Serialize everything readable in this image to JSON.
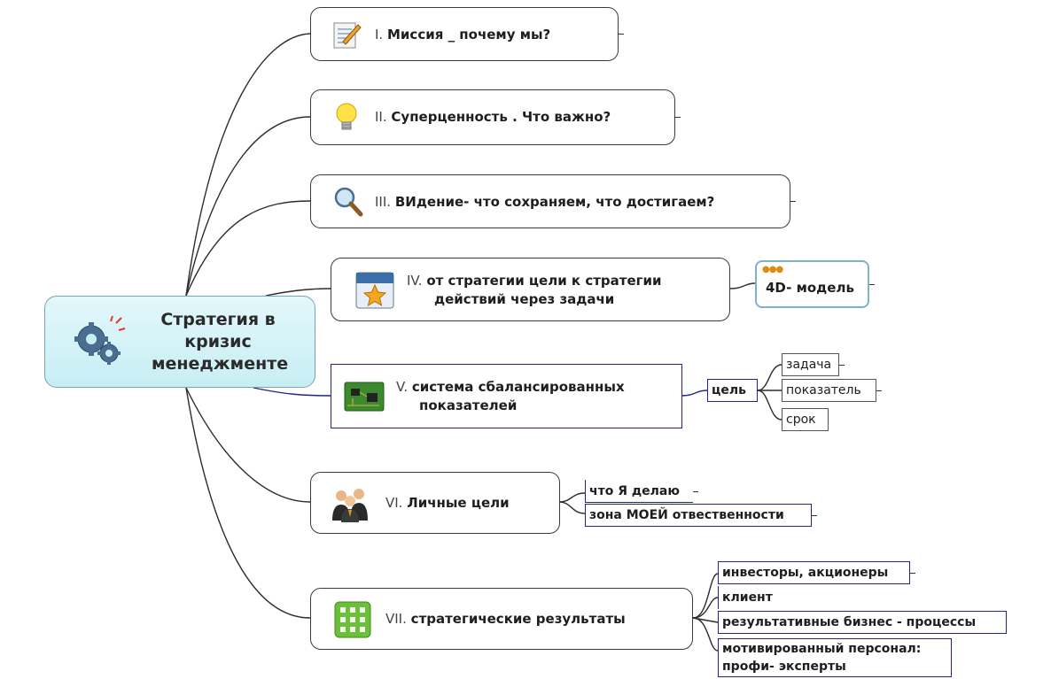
{
  "central": {
    "title": "Стратегия в кризис менеджменте",
    "icon": "gears-icon"
  },
  "branches": [
    {
      "roman": "I.",
      "label": "Миссия _ почему мы?",
      "icon": "notepad-pencil-icon"
    },
    {
      "roman": "II.",
      "label": "Суперценность . Что важно?",
      "icon": "lightbulb-icon"
    },
    {
      "roman": "III.",
      "label": "ВИдение- что сохраняем, что достигаем?",
      "icon": "magnifier-icon"
    },
    {
      "roman": "IV.",
      "label_line1": "от стратегии цели к стратегии",
      "label_line2": "действий через задачи",
      "icon": "calendar-star-icon"
    },
    {
      "roman": "V.",
      "label_line1": "система сбалансированных",
      "label_line2": "показателей",
      "icon": "circuit-board-icon"
    },
    {
      "roman": "VI.",
      "label": "Личные цели",
      "icon": "people-icon"
    },
    {
      "roman": "VII.",
      "label": "стратегические результаты",
      "icon": "green-grid-icon"
    }
  ],
  "model": {
    "dots": "●●●",
    "label": "4D- модель"
  },
  "goal": {
    "label": "цель",
    "children": [
      "задача",
      "показатель",
      "срок"
    ]
  },
  "personal": [
    "что Я делаю",
    "зона МОЕЙ отвественности"
  ],
  "results": [
    "инвесторы, акционеры",
    "клиент",
    "результативные бизнес - процессы",
    "мотивированный персонал:",
    "профи- эксперты"
  ],
  "colors": {
    "central_bg": "#cdeff5",
    "accent_line": "#23238c",
    "dots": "#e08a12"
  }
}
